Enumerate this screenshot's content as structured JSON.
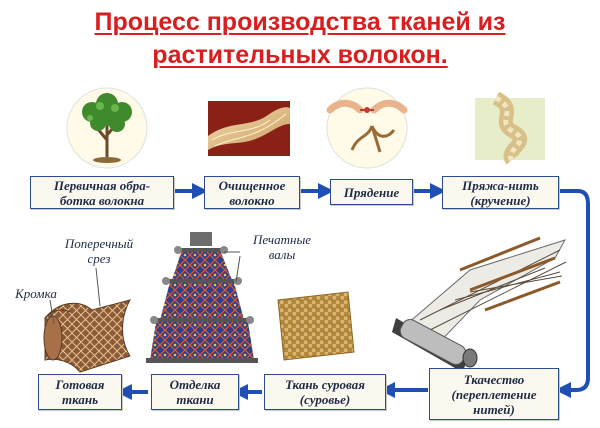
{
  "title": {
    "line1": "Процесс производства тканей из",
    "line2": "растительных волокон."
  },
  "steps": {
    "s1": {
      "l1": "Первичная обра-",
      "l2": "ботка волокна"
    },
    "s2": {
      "l1": "Очищенное",
      "l2": "волокно"
    },
    "s3": {
      "l1": "Прядение"
    },
    "s4": {
      "l1": "Пряжа-нить",
      "l2": "(кручение)"
    },
    "s5": {
      "l1": "Ткачество",
      "l2": "(переплетение",
      "l3": "нитей)"
    },
    "s6": {
      "l1": "Ткань суровая",
      "l2": "(суровье)"
    },
    "s7": {
      "l1": "Отделка",
      "l2": "ткани"
    },
    "s8": {
      "l1": "Готовая",
      "l2": "ткань"
    }
  },
  "labels": {
    "cross_section": {
      "l1": "Поперечный",
      "l2": "срез"
    },
    "edge": "Кромка",
    "print_rolls": {
      "l1": "Печатные",
      "l2": "валы"
    }
  },
  "colors": {
    "title": "#d81e1e",
    "box_border": "#2b4d8f",
    "arrow": "#1f4fb5",
    "text": "#1f2a44"
  }
}
